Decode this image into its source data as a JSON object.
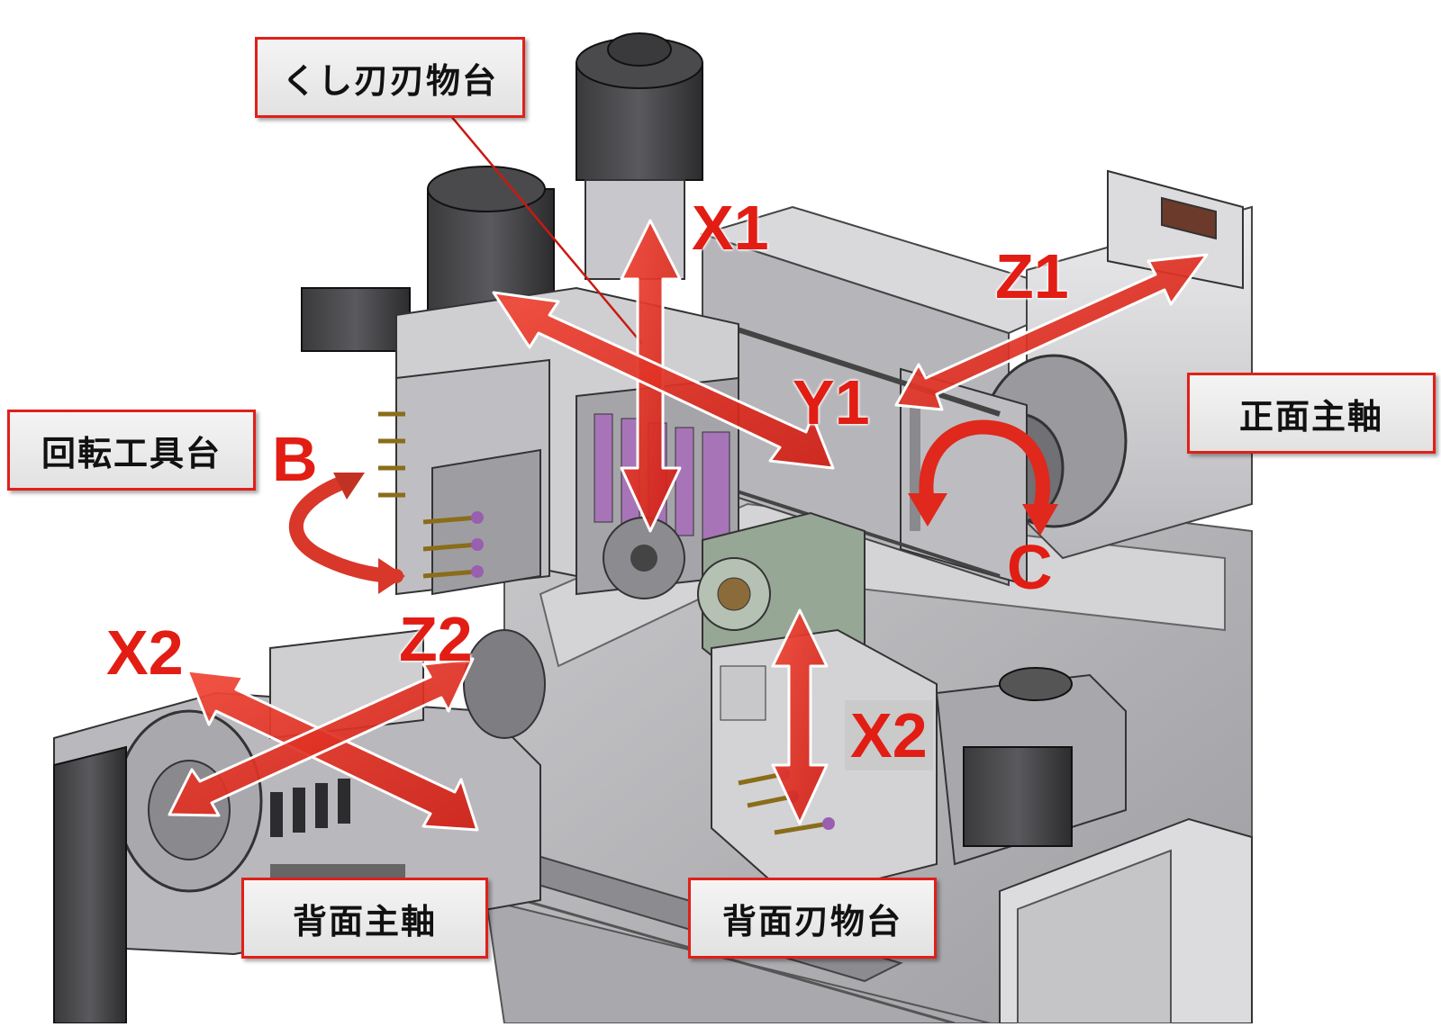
{
  "labels": {
    "comb_tool_post": "くし刃刃物台",
    "rotary_tool_post": "回転工具台",
    "main_spindle": "正面主軸",
    "back_spindle": "背面主軸",
    "back_tool_post": "背面刃物台"
  },
  "axes": {
    "x1": "X1",
    "y1": "Y1",
    "z1": "Z1",
    "b": "B",
    "c": "C",
    "x2_left": "X2",
    "z2": "Z2",
    "x2_right": "X2"
  },
  "colors": {
    "accent": "#e21d14",
    "label_border": "#e0201a",
    "machine_base": "#bdbdc0"
  }
}
